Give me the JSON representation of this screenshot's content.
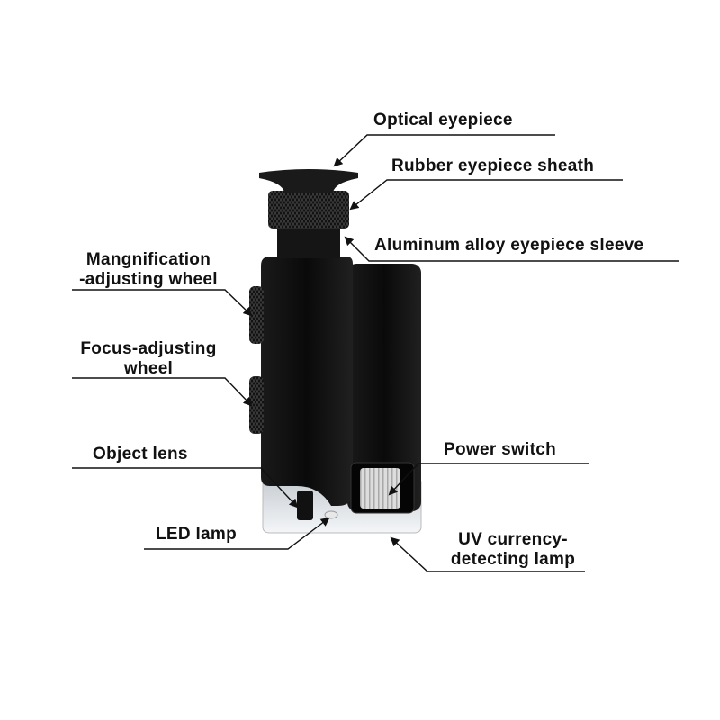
{
  "labels": {
    "optical_eyepiece": "Optical eyepiece",
    "rubber_sheath": "Rubber eyepiece sheath",
    "aluminum_sleeve": "Aluminum alloy eyepiece sleeve",
    "magnification_wheel_1": "Mangnification",
    "magnification_wheel_2": "-adjusting wheel",
    "focus_wheel_1": "Focus-adjusting",
    "focus_wheel_2": "wheel",
    "object_lens": "Object lens",
    "led_lamp": "LED lamp",
    "power_switch": "Power switch",
    "uv_lamp_1": "UV currency-",
    "uv_lamp_2": "detecting lamp"
  },
  "colors": {
    "body": "#0d0d0d",
    "text": "#111111",
    "switch": "#d8d8d8"
  }
}
